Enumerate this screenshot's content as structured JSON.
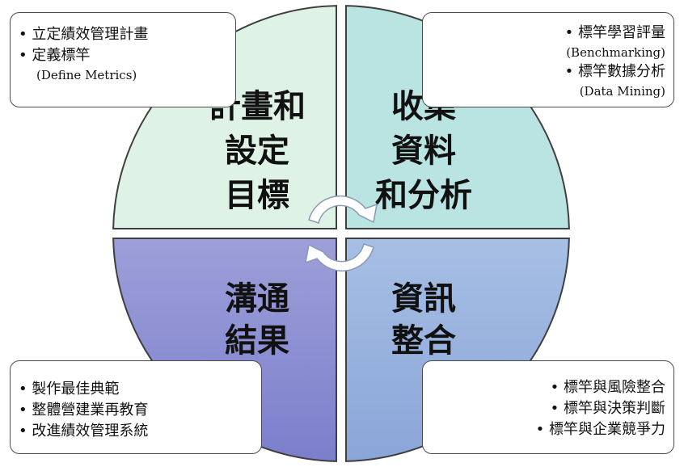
{
  "quadrants": {
    "top_left": {
      "lines": [
        "計畫和",
        "設定",
        "目標"
      ],
      "fill": "#dff2e6"
    },
    "top_right": {
      "lines": [
        "收集",
        "資料",
        "和分析"
      ],
      "fill": "#b9e4e1"
    },
    "bottom_left": {
      "lines": [
        "溝通",
        "結果"
      ],
      "fill_top": "#9d9fd9",
      "fill_bottom": "#7b7fcb"
    },
    "bottom_right": {
      "lines": [
        "資訊",
        "整合"
      ],
      "fill_top": "#a7bfe4",
      "fill_bottom": "#8aa5d8"
    }
  },
  "callouts": {
    "top_left": {
      "items": [
        "• 立定績效管理計畫",
        "• 定義標竿"
      ],
      "sub": "(Define Metrics)"
    },
    "top_right": {
      "item1": "• 標竿學習評量",
      "sub1": "(Benchmarking)",
      "item2": "• 標竿數據分析",
      "sub2": "(Data Mining)"
    },
    "bottom_left": {
      "items": [
        "• 製作最佳典範",
        "• 整體營建業再教育",
        "• 改進績效管理系統"
      ]
    },
    "bottom_right": {
      "items": [
        "• 標竿與風險整合",
        "• 標竿與決策判斷",
        "• 標竿與企業競爭力"
      ]
    }
  },
  "colors": {
    "outline": "#4a4a4a",
    "arrow": "#ffffff",
    "arrow_stroke": "#8a9ab5"
  },
  "icons": [
    "circular-arrows-icon"
  ]
}
